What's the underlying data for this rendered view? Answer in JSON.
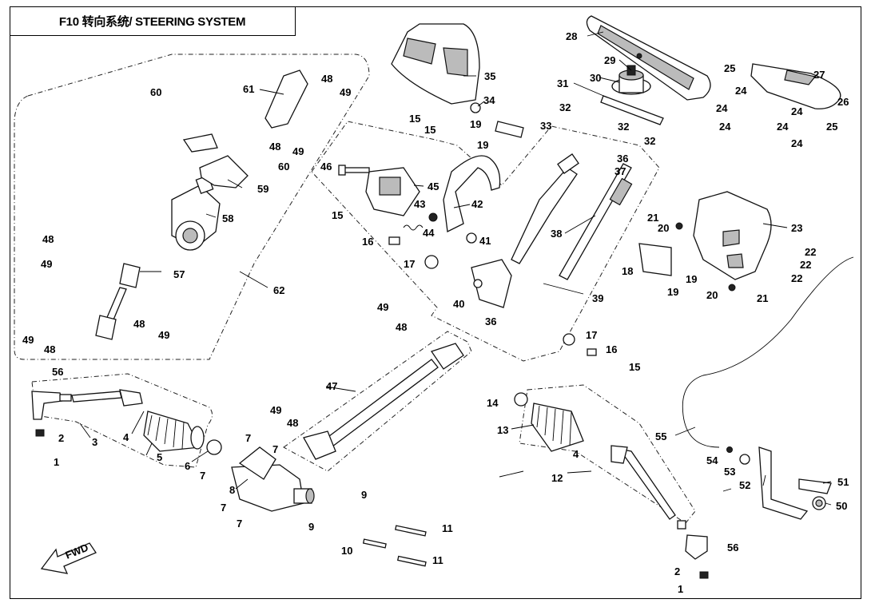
{
  "title": "F10 转向系统/ STEERING SYSTEM",
  "fwd_label": "FWD",
  "callouts": [
    {
      "id": "c1a",
      "text": "1"
    },
    {
      "id": "c2a",
      "text": "2"
    },
    {
      "id": "c3",
      "text": "3"
    },
    {
      "id": "c4a",
      "text": "4"
    },
    {
      "id": "c5",
      "text": "5"
    },
    {
      "id": "c6",
      "text": "6"
    },
    {
      "id": "c7a",
      "text": "7"
    },
    {
      "id": "c7b",
      "text": "7"
    },
    {
      "id": "c7c",
      "text": "7"
    },
    {
      "id": "c7d",
      "text": "7"
    },
    {
      "id": "c7e",
      "text": "7"
    },
    {
      "id": "c8",
      "text": "8"
    },
    {
      "id": "c9a",
      "text": "9"
    },
    {
      "id": "c9b",
      "text": "9"
    },
    {
      "id": "c10",
      "text": "10"
    },
    {
      "id": "c11a",
      "text": "11"
    },
    {
      "id": "c11b",
      "text": "11"
    },
    {
      "id": "c12",
      "text": "12"
    },
    {
      "id": "c13",
      "text": "13"
    },
    {
      "id": "c14",
      "text": "14"
    },
    {
      "id": "c4b",
      "text": "4"
    },
    {
      "id": "c56b",
      "text": "56"
    },
    {
      "id": "c2b",
      "text": "2"
    },
    {
      "id": "c1b",
      "text": "1"
    },
    {
      "id": "c15a",
      "text": "15"
    },
    {
      "id": "c15b",
      "text": "15"
    },
    {
      "id": "c15c",
      "text": "15"
    },
    {
      "id": "c15d",
      "text": "15"
    },
    {
      "id": "c16a",
      "text": "16"
    },
    {
      "id": "c16b",
      "text": "16"
    },
    {
      "id": "c17a",
      "text": "17"
    },
    {
      "id": "c17b",
      "text": "17"
    },
    {
      "id": "c18",
      "text": "18"
    },
    {
      "id": "c19a",
      "text": "19"
    },
    {
      "id": "c19b",
      "text": "19"
    },
    {
      "id": "c19c",
      "text": "19"
    },
    {
      "id": "c19d",
      "text": "19"
    },
    {
      "id": "c20a",
      "text": "20"
    },
    {
      "id": "c20b",
      "text": "20"
    },
    {
      "id": "c21a",
      "text": "21"
    },
    {
      "id": "c21b",
      "text": "21"
    },
    {
      "id": "c22a",
      "text": "22"
    },
    {
      "id": "c22b",
      "text": "22"
    },
    {
      "id": "c22c",
      "text": "22"
    },
    {
      "id": "c23",
      "text": "23"
    },
    {
      "id": "c24a",
      "text": "24"
    },
    {
      "id": "c24b",
      "text": "24"
    },
    {
      "id": "c24c",
      "text": "24"
    },
    {
      "id": "c24d",
      "text": "24"
    },
    {
      "id": "c24e",
      "text": "24"
    },
    {
      "id": "c24f",
      "text": "24"
    },
    {
      "id": "c25a",
      "text": "25"
    },
    {
      "id": "c25b",
      "text": "25"
    },
    {
      "id": "c26",
      "text": "26"
    },
    {
      "id": "c27",
      "text": "27"
    },
    {
      "id": "c28",
      "text": "28"
    },
    {
      "id": "c29",
      "text": "29"
    },
    {
      "id": "c30",
      "text": "30"
    },
    {
      "id": "c31",
      "text": "31"
    },
    {
      "id": "c32a",
      "text": "32"
    },
    {
      "id": "c32b",
      "text": "32"
    },
    {
      "id": "c32c",
      "text": "32"
    },
    {
      "id": "c33",
      "text": "33"
    },
    {
      "id": "c34",
      "text": "34"
    },
    {
      "id": "c35",
      "text": "35"
    },
    {
      "id": "c36a",
      "text": "36"
    },
    {
      "id": "c36b",
      "text": "36"
    },
    {
      "id": "c37",
      "text": "37"
    },
    {
      "id": "c38",
      "text": "38"
    },
    {
      "id": "c39",
      "text": "39"
    },
    {
      "id": "c40",
      "text": "40"
    },
    {
      "id": "c41",
      "text": "41"
    },
    {
      "id": "c42",
      "text": "42"
    },
    {
      "id": "c43",
      "text": "43"
    },
    {
      "id": "c44",
      "text": "44"
    },
    {
      "id": "c45",
      "text": "45"
    },
    {
      "id": "c46",
      "text": "46"
    },
    {
      "id": "c47",
      "text": "47"
    },
    {
      "id": "c48a",
      "text": "48"
    },
    {
      "id": "c48b",
      "text": "48"
    },
    {
      "id": "c48c",
      "text": "48"
    },
    {
      "id": "c48d",
      "text": "48"
    },
    {
      "id": "c48e",
      "text": "48"
    },
    {
      "id": "c48f",
      "text": "48"
    },
    {
      "id": "c48g",
      "text": "48"
    },
    {
      "id": "c49a",
      "text": "49"
    },
    {
      "id": "c49b",
      "text": "49"
    },
    {
      "id": "c49c",
      "text": "49"
    },
    {
      "id": "c49d",
      "text": "49"
    },
    {
      "id": "c49e",
      "text": "49"
    },
    {
      "id": "c49f",
      "text": "49"
    },
    {
      "id": "c49g",
      "text": "49"
    },
    {
      "id": "c50",
      "text": "50"
    },
    {
      "id": "c51",
      "text": "51"
    },
    {
      "id": "c52",
      "text": "52"
    },
    {
      "id": "c53",
      "text": "53"
    },
    {
      "id": "c54",
      "text": "54"
    },
    {
      "id": "c55",
      "text": "55"
    },
    {
      "id": "c56a",
      "text": "56"
    },
    {
      "id": "c57",
      "text": "57"
    },
    {
      "id": "c58",
      "text": "58"
    },
    {
      "id": "c59",
      "text": "59"
    },
    {
      "id": "c60a",
      "text": "60"
    },
    {
      "id": "c60b",
      "text": "60"
    },
    {
      "id": "c61",
      "text": "61"
    },
    {
      "id": "c62",
      "text": "62"
    }
  ]
}
